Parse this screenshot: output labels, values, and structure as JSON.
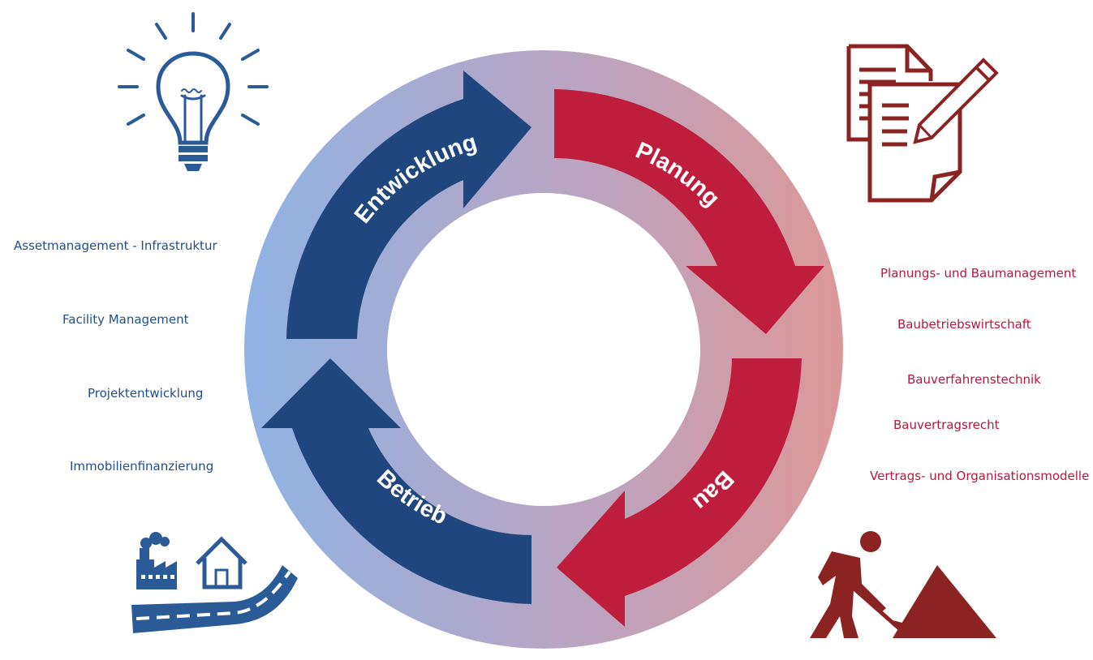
{
  "cycle": {
    "phases": [
      {
        "label": "Entwicklung",
        "color": "#1f477e"
      },
      {
        "label": "Planung",
        "color": "#be1e3c"
      },
      {
        "label": "Bau",
        "color": "#be1e3c"
      },
      {
        "label": "Betrieb",
        "color": "#1f477e"
      }
    ],
    "ring_gradient": {
      "left": "#8fb3e3",
      "right": "#dc9898"
    }
  },
  "left_topics": [
    "Assetmanagement - Infrastruktur",
    "Facility Management",
    "Projektentwicklung",
    "Immobilienfinanzierung"
  ],
  "right_topics": [
    "Planungs- und Baumanagement",
    "Baubetriebswirtschaft",
    "Bauverfahrenstechnik",
    "Bauvertragsrecht",
    "Vertrags- und Organisationsmodelle"
  ],
  "colors": {
    "blue_text": "#1f4e8c",
    "red_text": "#b8173e",
    "icon_red": "#8b2323",
    "icon_blue": "#2a5b96"
  },
  "icons": [
    "lightbulb-icon",
    "documents-pen-icon",
    "worker-shovel-icon",
    "factory-house-road-icon"
  ]
}
